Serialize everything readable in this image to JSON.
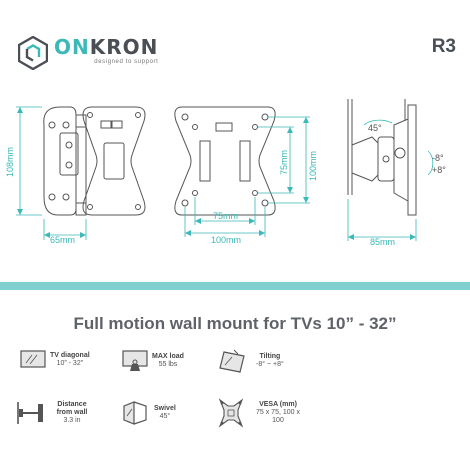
{
  "brand": {
    "name_prefix": "ON",
    "name_suffix": "KRON",
    "tagline": "designed to support"
  },
  "model": "R3",
  "colors": {
    "accent": "#3bb8b8",
    "band": "#7fd0ce",
    "outline": "#555555"
  },
  "dimensions": {
    "side_height": "108mm",
    "side_depth": "65mm",
    "front_vesa_h_small": "75mm",
    "front_vesa_h_large": "100mm",
    "front_vesa_v_small": "75mm",
    "front_vesa_v_large": "100mm",
    "swivel_depth": "85mm",
    "swivel_angle": "45°",
    "tilt_up": "-8°",
    "tilt_down": "+8°"
  },
  "headline": "Full motion wall mount for TVs 10” - 32”",
  "specs": [
    {
      "icon": "tv-icon",
      "title": "TV diagonal",
      "value": "10” - 32”"
    },
    {
      "icon": "weight-icon",
      "title": "MAX load",
      "value": "55 lbs"
    },
    {
      "icon": "tilt-icon",
      "title": "Tilting",
      "value": "-8° ~ +8°"
    },
    {
      "icon": "wall-distance-icon",
      "title": "Distance from wall",
      "value": "3.3 in"
    },
    {
      "icon": "swivel-icon",
      "title": "Swivel",
      "value": "45°"
    },
    {
      "icon": "vesa-icon",
      "title": "VESA (mm)",
      "value": "75 x 75, 100 x 100"
    }
  ]
}
